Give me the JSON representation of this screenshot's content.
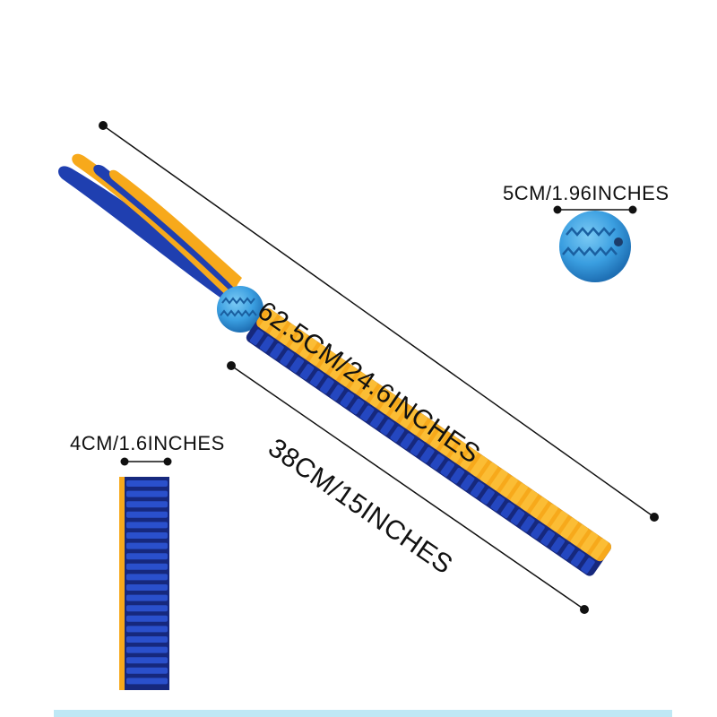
{
  "dimensions": {
    "total_length": "62.5CM/24.6INCHES",
    "braid_length": "38CM/15INCHES",
    "ball_diameter": "5CM/1.96INCHES",
    "braid_width": "4CM/1.6INCHES"
  },
  "colors": {
    "yellow": "#f7a91b",
    "blue": "#1f3fb0",
    "navy": "#16287d",
    "ball": "#3a9ee0"
  }
}
